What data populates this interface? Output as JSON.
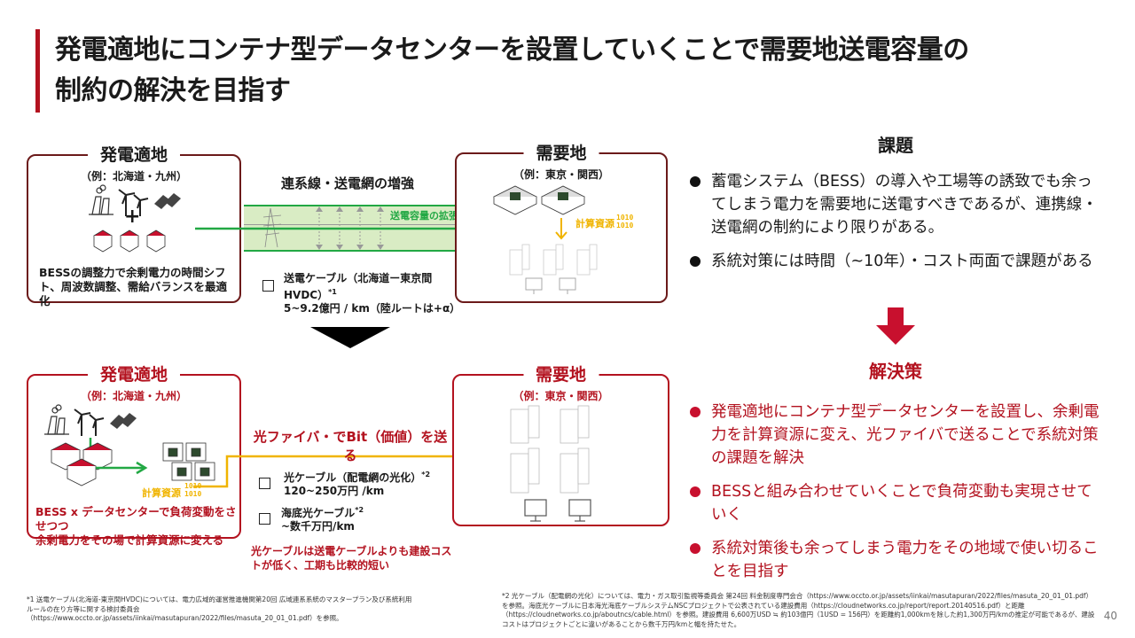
{
  "title": {
    "line1": "発電適地にコンテナ型データセンターを設置していくことで需要地送電容量の",
    "line2": "制約の解決を目指す"
  },
  "before": {
    "supply_box": {
      "title": "発電適地",
      "subtitle": "（例：北海道・九州）",
      "plus": "+",
      "description": "BESSの調整力で余剰電力の時間シフト、周波数調整、需給バランスを最適化"
    },
    "link": {
      "heading": "連系線・送電網の増強",
      "band_label": "送電容量の拡張",
      "cost_item": {
        "line1": "送電ケーブル（北海道ー東京間HVDC）",
        "note_ref": "*1",
        "line2": "5~9.2億円 / km（陸ルートは+α）"
      }
    },
    "demand_box": {
      "title": "需要地",
      "subtitle": "（例：東京・関西）",
      "compute_label": "計算資源",
      "bits": [
        "1010",
        "1010"
      ]
    }
  },
  "after": {
    "supply_box": {
      "title": "発電適地",
      "subtitle": "（例：北海道・九州）",
      "compute_label": "計算資源",
      "bits": [
        "1010",
        "1010"
      ],
      "description_line1": "BESS x データセンターで負荷変動をさせつつ",
      "description_line2": "余剰電力をその場で計算資源に変える"
    },
    "link": {
      "heading": "光ファイバ・でBit（価値）を送る",
      "cost_items": [
        {
          "line1": "光ケーブル（配電網の光化）",
          "note_ref": "*2",
          "line2": "120~250万円 /km"
        },
        {
          "line1": "海底光ケーブル",
          "note_ref": "*2",
          "line2": "~数千万円/km"
        }
      ],
      "note": "光ケーブルは送電ケーブルよりも建設コストが低く、工期も比較的短い"
    },
    "demand_box": {
      "title": "需要地",
      "subtitle": "（例：東京・関西）"
    }
  },
  "issues": {
    "title": "課題",
    "bullets": [
      "蓄電システム（BESS）の導入や工場等の誘致でも余ってしまう電力を需要地に送電すべきであるが、連携線・送電網の制約により限りがある。",
      "系統対策には時間（~10年）・コスト両面で課題がある"
    ]
  },
  "solutions": {
    "title": "解決策",
    "bullets": [
      "発電適地にコンテナ型データセンターを設置し、余剰電力を計算資源に変え、光ファイバで送ることで系統対策の課題を解決",
      "BESSと組み合わせていくことで負荷変動も実現させていく",
      "系統対策後も余ってしまう電力をその地域で使い切ることを目指す"
    ]
  },
  "footnotes": {
    "note1": "*1 送電ケーブル(北海道-東京間HVDC)については、電力広域的運営推進機関第20回 広域連系系統のマスタープラン及び系統利用ルールの在り方等に関する検討委員会（https://www.occto.or.jp/assets/iinkai/masutapuran/2022/files/masuta_20_01_01.pdf）を参照。",
    "note2": "*2 光ケーブル（配電網の光化）については、電力・ガス取引監視等委員会 第24回 料金制度専門会合（https://www.occto.or.jp/assets/iinkai/masutapuran/2022/files/masuta_20_01_01.pdf）を参照。海底光ケーブルに日本海光海底ケーブルシステムNSCプロジェクトで公表されている建設費用（https://cloudnetworks.co.jp/report/report.20140516.pdf）と距離（https://cloudnetworks.co.jp/aboutncs/cable.html）を参照。建設費用 6,600万USD ≒ 約103億円（1USD = 156円）を距離約1,000kmを除した約1,300万円/kmの推定が可能であるが、建設コストはプロジェクトごとに違いがあることから数千万円/kmと幅を持たせた。"
  },
  "page_number": "40",
  "colors": {
    "accent_red": "#b3121f",
    "grid_green": "#22a844",
    "fiber_yellow": "#f0b400",
    "band_green": "#d9ecc4"
  }
}
